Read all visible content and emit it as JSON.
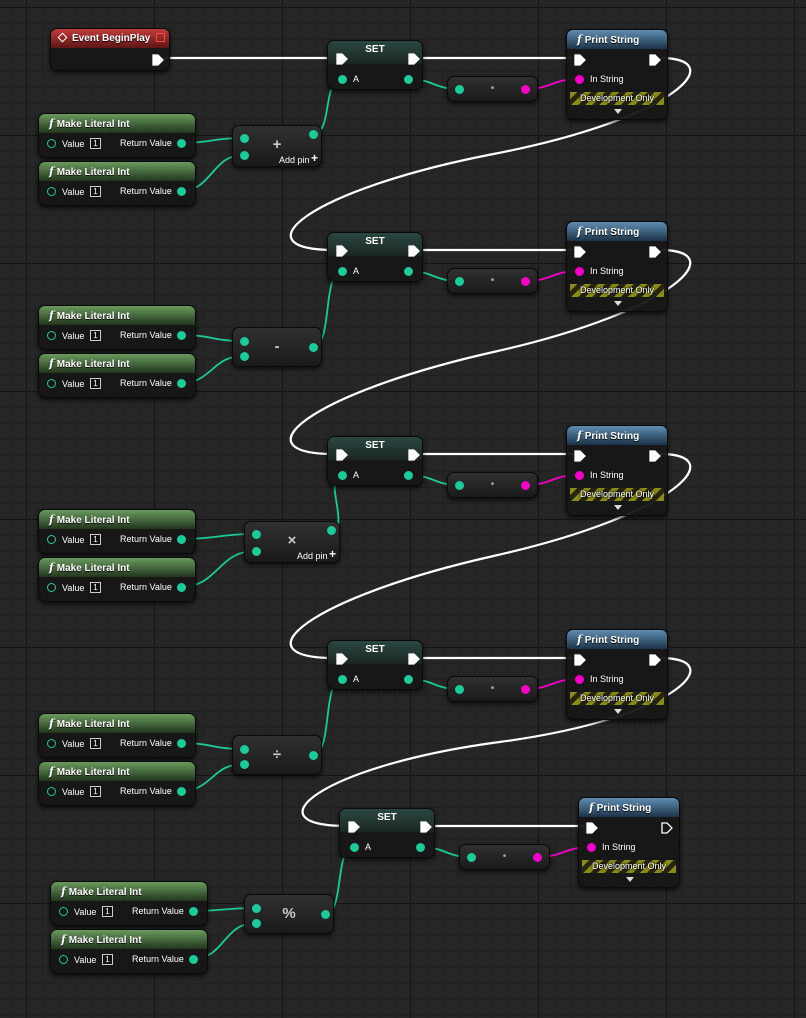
{
  "event_node": {
    "title": "Event BeginPlay"
  },
  "set_node": {
    "title": "SET",
    "pin_label": "A"
  },
  "literal_node": {
    "title": "Make Literal Int",
    "value_label": "Value",
    "output_label": "Return Value"
  },
  "print_node": {
    "title": "Print String",
    "in_string_label": "In String",
    "dev_label": "Development Only"
  },
  "conversion_node": {
    "symbol": "•"
  },
  "add_pin_label": "Add pin",
  "rows": [
    {
      "operator": "+",
      "lit1": "1",
      "lit2": "1",
      "has_add_pin": true
    },
    {
      "operator": "-",
      "lit1": "1",
      "lit2": "1",
      "has_add_pin": false
    },
    {
      "operator": "×",
      "lit1": "1",
      "lit2": "1",
      "has_add_pin": true
    },
    {
      "operator": "÷",
      "lit1": "1",
      "lit2": "1",
      "has_add_pin": false
    },
    {
      "operator": "%",
      "lit1": "1",
      "lit2": "1",
      "has_add_pin": false
    }
  ],
  "colors": {
    "background": "#262626",
    "exec_wire": "#ffffff",
    "int_pin": "#1ec99a",
    "string_pin": "#f003c6",
    "event_header": "#c23b3b",
    "function_header_pure": "#6a9a5e",
    "function_header_print": "#5f8db3",
    "set_header": "#2b4640",
    "dev_only_stripe": "#8b8b1c"
  }
}
